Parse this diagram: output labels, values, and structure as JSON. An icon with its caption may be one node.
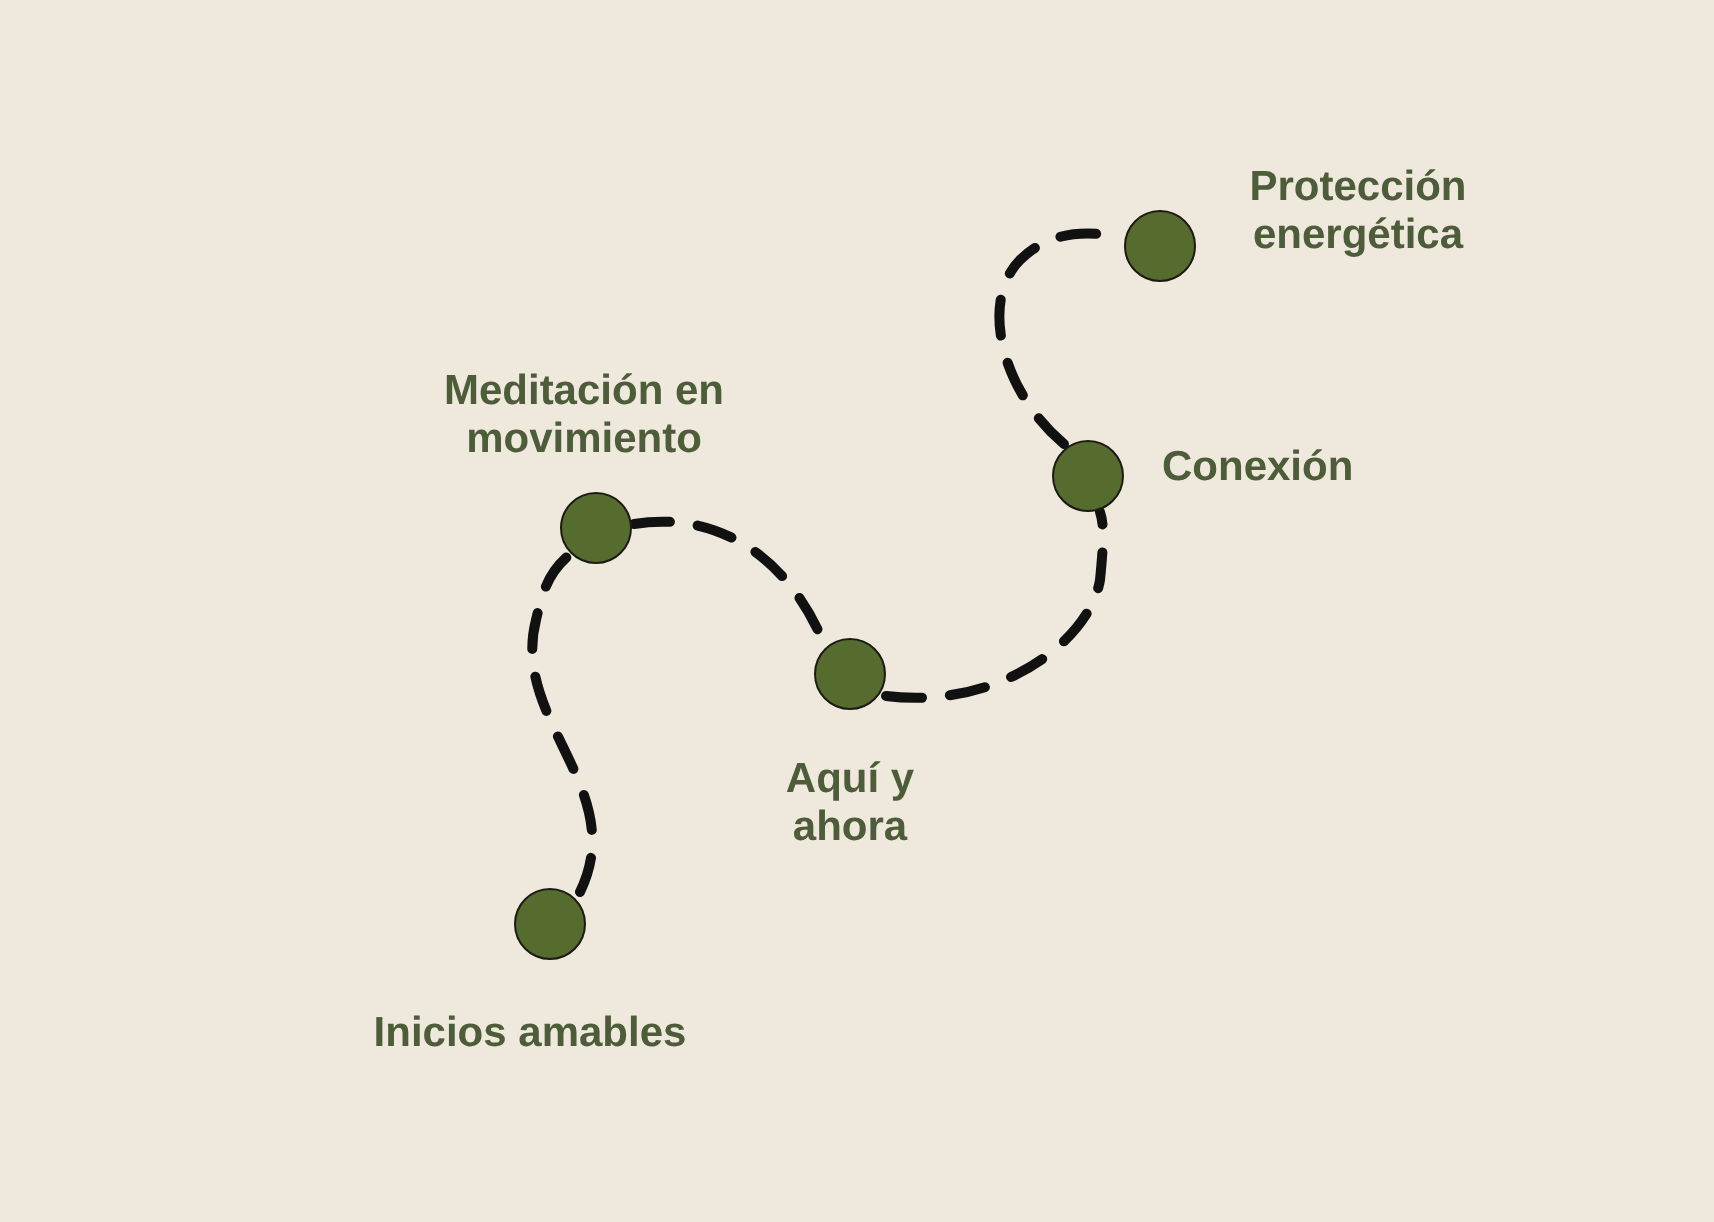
{
  "diagram": {
    "nodes": [
      {
        "text": [],
        "shape": "circle",
        "beside": [
          "Inicios amables"
        ]
      },
      {
        "text": [],
        "shape": "circle",
        "beside": [
          "Meditación en movimiento"
        ]
      },
      {
        "text": [],
        "shape": "circle",
        "beside": [
          "Aquí y ahora"
        ]
      },
      {
        "text": [],
        "shape": "circle",
        "beside": [
          "Conexión"
        ]
      },
      {
        "text": [],
        "shape": "circle",
        "beside": [
          "Protección energética"
        ]
      }
    ],
    "edges": [
      {
        "from": 0,
        "to": 1,
        "arrow": "none",
        "style": "dashed"
      },
      {
        "from": 1,
        "to": 2,
        "arrow": "none",
        "style": "dashed"
      },
      {
        "from": 2,
        "to": 3,
        "arrow": "none",
        "style": "dashed"
      },
      {
        "from": 3,
        "to": 4,
        "arrow": "none",
        "style": "dashed"
      }
    ]
  }
}
